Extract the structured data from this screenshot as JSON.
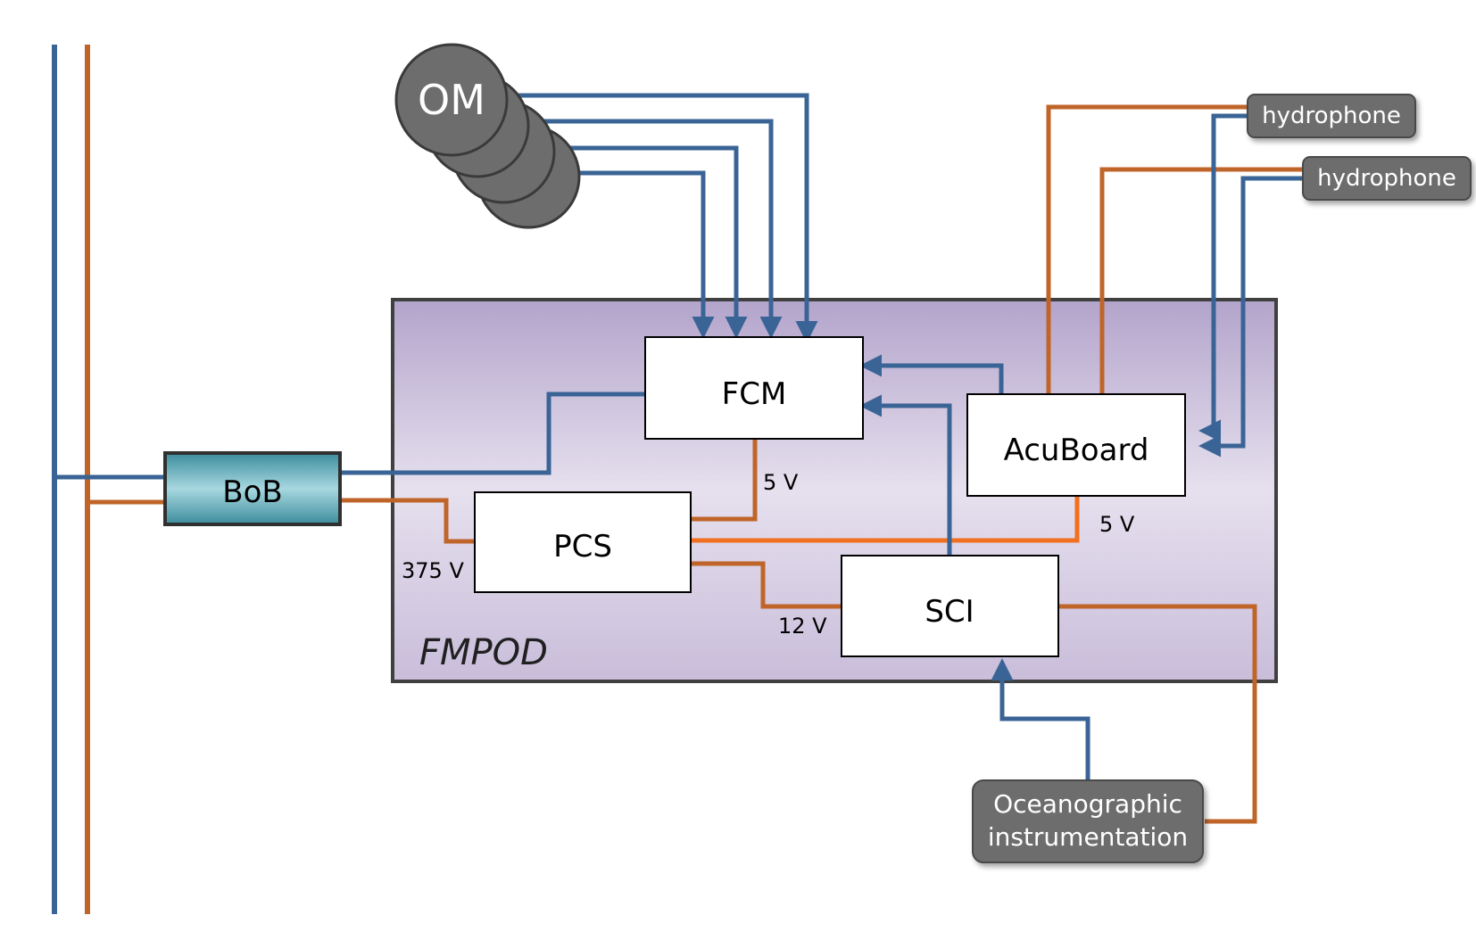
{
  "colors": {
    "data_line": "#3A6496",
    "power_line": "#C0652A",
    "power_line_bright": "#F07020",
    "pod_fill_top": "#B3A4CB",
    "pod_fill_mid": "#E6E0EE",
    "pod_fill_bottom": "#C9BDDA",
    "pod_border": "#404040",
    "bob_fill": "#6FB5C2",
    "bob_border": "#404040",
    "grey_box": "#6D6D6D",
    "grey_text": "#FFFFFF",
    "module_fill": "#FFFFFF",
    "module_border": "#000000"
  },
  "pod": {
    "label": "FMPOD"
  },
  "modules": {
    "fcm": "FCM",
    "pcs": "PCS",
    "sci": "SCI",
    "acuboard": "AcuBoard",
    "bob": "BoB"
  },
  "om": {
    "label": "OM"
  },
  "external": {
    "hydrophone_1": "hydrophone",
    "hydrophone_2": "hydrophone",
    "oceanographic_line1": "Oceanographic",
    "oceanographic_line2": "instrumentation"
  },
  "voltages": {
    "v375": "375 V",
    "v5_fcm": "5 V",
    "v5_acu": "5 V",
    "v12": "12 V"
  }
}
